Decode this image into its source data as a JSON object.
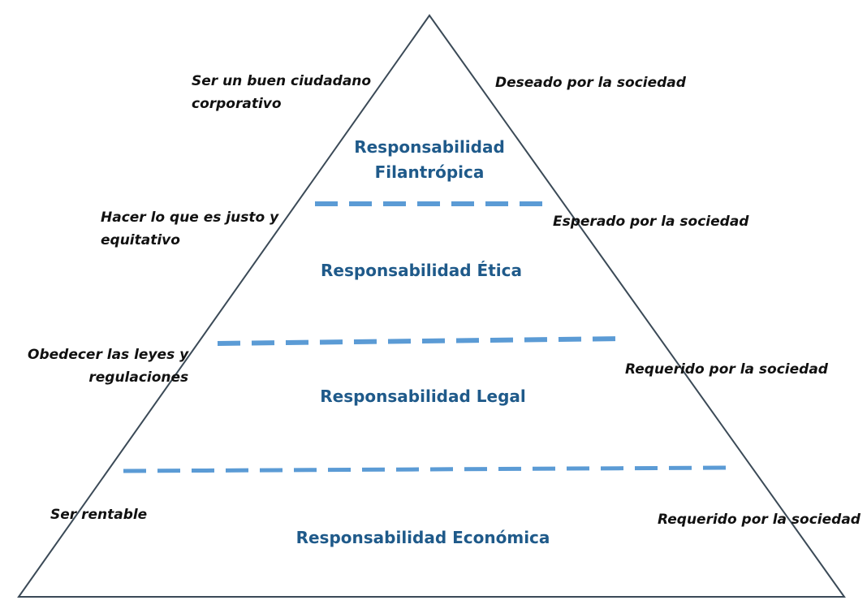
{
  "colors": {
    "outline": "#3b4a57",
    "level_text": "#1f5a8a",
    "divider": "#5b9bd5",
    "note_text": "#111111"
  },
  "levels": [
    {
      "title": "Responsabilidad\nFilantrópica",
      "title_line1": "Responsabilidad",
      "title_line2": "Filantrópica",
      "description": "Ser un buen ciudadano corporativo",
      "description_line1": "Ser un buen ciudadano",
      "description_line2": "corporativo",
      "expectation": "Deseado por la sociedad"
    },
    {
      "title": "Responsabilidad Ética",
      "description": "Hacer lo que es justo y equitativo",
      "description_line1": "Hacer lo que es justo y",
      "description_line2": "equitativo",
      "expectation": "Esperado por la sociedad"
    },
    {
      "title": "Responsabilidad Legal",
      "description": "Obedecer las leyes y regulaciones",
      "description_line1": "Obedecer las leyes y",
      "description_line2": "regulaciones",
      "expectation": "Requerido por la sociedad"
    },
    {
      "title": "Responsabilidad Económica",
      "description": "Ser rentable",
      "expectation": "Requerido por la sociedad"
    }
  ]
}
